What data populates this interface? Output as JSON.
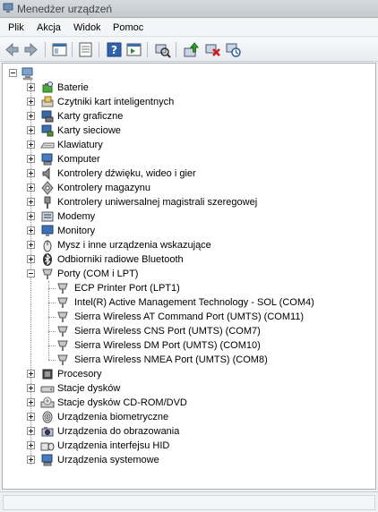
{
  "window": {
    "title": "Menedżer urządzeń"
  },
  "menu": [
    "Plik",
    "Akcja",
    "Widok",
    "Pomoc"
  ],
  "toolbar": {
    "buttons": [
      "back-arrow-icon",
      "forward-arrow-icon",
      "properties-pane-icon",
      "details-list-icon",
      "help-icon",
      "console-tree-icon",
      "scan-hardware-icon",
      "update-driver-icon",
      "uninstall-device-icon",
      "disable-device-icon"
    ]
  },
  "tree": {
    "root": {
      "icon": "computer-root-icon"
    },
    "categories": [
      {
        "label": "Baterie",
        "icon": "battery-icon"
      },
      {
        "label": "Czytniki kart inteligentnych",
        "icon": "smart-card-reader-icon"
      },
      {
        "label": "Karty graficzne",
        "icon": "display-adapter-icon"
      },
      {
        "label": "Karty sieciowe",
        "icon": "network-adapter-icon"
      },
      {
        "label": "Klawiatury",
        "icon": "keyboard-icon"
      },
      {
        "label": "Komputer",
        "icon": "computer-icon"
      },
      {
        "label": "Kontrolery dźwięku, wideo i gier",
        "icon": "sound-icon"
      },
      {
        "label": "Kontrolery magazynu",
        "icon": "storage-controller-icon"
      },
      {
        "label": "Kontrolery uniwersalnej magistrali szeregowej",
        "icon": "usb-icon"
      },
      {
        "label": "Modemy",
        "icon": "modem-icon"
      },
      {
        "label": "Monitory",
        "icon": "monitor-icon"
      },
      {
        "label": "Mysz i inne urządzenia wskazujące",
        "icon": "mouse-icon"
      },
      {
        "label": "Odbiorniki radiowe Bluetooth",
        "icon": "bluetooth-icon"
      },
      {
        "label": "Porty (COM i LPT)",
        "icon": "port-icon",
        "expanded": true,
        "children": [
          "ECP Printer Port (LPT1)",
          "Intel(R) Active Management Technology - SOL (COM4)",
          "Sierra Wireless AT Command Port (UMTS) (COM11)",
          "Sierra Wireless CNS Port (UMTS) (COM7)",
          "Sierra Wireless DM Port (UMTS) (COM10)",
          "Sierra Wireless NMEA Port (UMTS) (COM8)"
        ]
      },
      {
        "label": "Procesory",
        "icon": "processor-icon"
      },
      {
        "label": "Stacje dysków",
        "icon": "disk-drive-icon"
      },
      {
        "label": "Stacje dysków CD-ROM/DVD",
        "icon": "cdrom-icon"
      },
      {
        "label": "Urządzenia biometryczne",
        "icon": "biometric-icon"
      },
      {
        "label": "Urządzenia do obrazowania",
        "icon": "imaging-device-icon"
      },
      {
        "label": "Urządzenia interfejsu HID",
        "icon": "hid-icon"
      },
      {
        "label": "Urządzenia systemowe",
        "icon": "system-devices-icon"
      }
    ]
  },
  "status": {
    "text": ""
  }
}
